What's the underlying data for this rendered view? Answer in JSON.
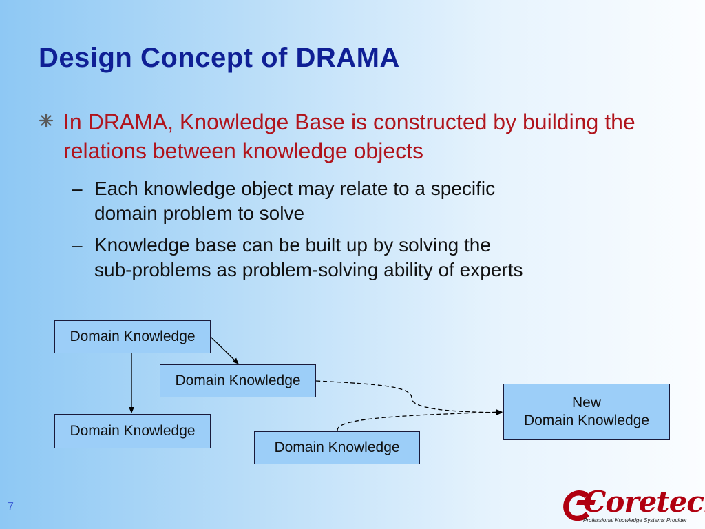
{
  "slide": {
    "title": "Design Concept of DRAMA",
    "bullet_main": "In DRAMA, Knowledge Base is constructed by building the relations between knowledge objects",
    "sub_bullets": [
      {
        "dash": "–",
        "text_line1": "Each knowledge object may relate to a specific",
        "text_line2": "domain problem to solve"
      },
      {
        "dash": "–",
        "text_line1": "Knowledge base can be built up by solving the",
        "text_line2": "sub-problems as problem-solving ability of experts"
      }
    ],
    "page_number": "7"
  },
  "diagram": {
    "boxes": {
      "box1": "Domain Knowledge",
      "box2": "Domain Knowledge",
      "box3": "Domain Knowledge",
      "box4": "Domain Knowledge",
      "box5_line1": "New",
      "box5_line2": "Domain Knowledge"
    }
  },
  "logo": {
    "word": "Coretech",
    "tagline": "Professional Knowledge Systems Provider"
  },
  "colors": {
    "title": "#0f1f95",
    "main_bullet": "#b0141c",
    "box_fill": "#9ccef8",
    "logo": "#b00010"
  }
}
